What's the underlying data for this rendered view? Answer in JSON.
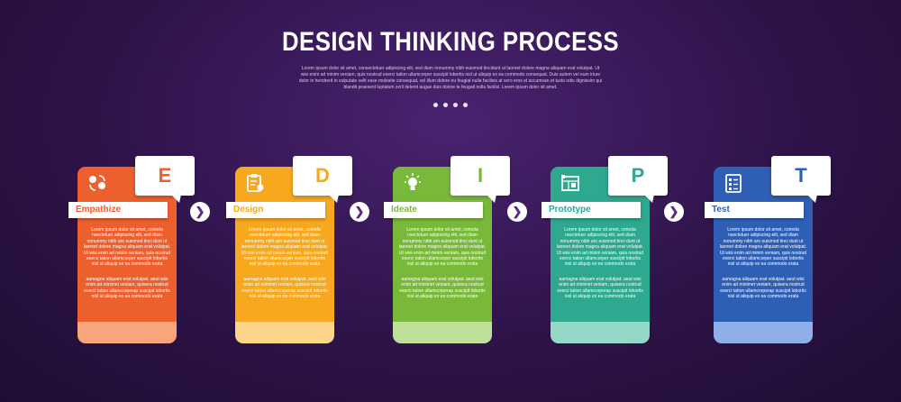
{
  "title": "DESIGN THINKING PROCESS",
  "subtitle": "Lorem ipsum dolor sit amet, consectetuer adipiscing elit, sed diam nonummy nibh euismod tincidunt ut laoreet dolore magna aliquam erat volutpat. Ut wisi enim ad minim veniam, quis nostrud exerci tation ullamcorper suscipit lobortis nisl ut aliquip ex ea commodo consequat. Duis autem vel eum iriure dolor in hendrerit in vulputate velit esse molestie consequat, vel illum dolore eu feugiat nulla facilisis at vero eros et accumsan et iusto odio dignissim qui blandit praesent luptatum zzril delenit augue duis dolore te feugait nulla facilisi. Lorem ipsum dolor sit amet.",
  "steps": [
    {
      "letter": "E",
      "label": "Empathize",
      "icon": "people-exchange-icon",
      "color_top": "#ee5f2e",
      "color_bottom": "#f9a57c",
      "text1": "Lorem ipsum dolor sit amet, corieda nsectetuer adipiscing elit, sed diam nonummy nibh aro euismod tinci dunt ut laoreet dolore magna aliquam erat volutpat. Ut wisi enim ad minim veniam, quis nostrud exerci tation ullamcorper suscipit lobortis nisl ut aliquip ex ea commodo erata",
      "text2": "aamagna aliquam erat volutpat. aeut wisi enim ad minimet veniam, quisera nostrud exerci tation ullamcorperap suscipit lobortis nisl ut aliquip ex ea commodo erata"
    },
    {
      "letter": "D",
      "label": "Design",
      "icon": "clipboard-gear-icon",
      "color_top": "#f7a81f",
      "color_bottom": "#fcd58a",
      "text1": "Lorem ipsum dolor sit amet, corieda nsectetuer adipiscing elit, sed diam nonummy nibh aro euismod tinci dunt ut laoreet dolore magna aliquam erat volutpat. Ut wisi enim ad minim veniam, quis nostrud exerci tation ullamcorper suscipit lobortis nisl ut aliquip ex ea commodo erata",
      "text2": "aamagna aliquam erat volutpat. aeut wisi enim ad minimet veniam, quisera nostrud exerci tation ullamcorperap suscipit lobortis nisl ut aliquip ex ea commodo erata"
    },
    {
      "letter": "I",
      "label": "Ideate",
      "icon": "lightbulb-icon",
      "color_top": "#79b93a",
      "color_bottom": "#bfe09a",
      "text1": "Lorem ipsum dolor sit amet, corieda nsectetuer adipiscing elit, sed diam nonummy nibh aro euismod tinci dunt ut laoreet dolore magna aliquam erat volutpat. Ut wisi enim ad minim veniam, quis nostrud exerci tation ullamcorper suscipit lobortis nisl ut aliquip ex ea commodo erata",
      "text2": "aamagna aliquam erat volutpat. aeut wisi enim ad minimet veniam, quisera nostrud exerci tation ullamcorperap suscipit lobortis nisl ut aliquip ex ea commodo erata"
    },
    {
      "letter": "P",
      "label": "Prototype",
      "icon": "blueprint-icon",
      "color_top": "#2ea88f",
      "color_bottom": "#94d8c8",
      "text1": "Lorem ipsum dolor sit amet, corieda nsectetuer adipiscing elit, sed diam nonummy nibh aro euismod tinci dunt ut laoreet dolore magna aliquam erat volutpat. Ut wisi enim ad minim veniam, quis nostrud exerci tation ullamcorper suscipit lobortis nisl ut aliquip ex ea commodo erata",
      "text2": "aamagna aliquam erat volutpat. aeut wisi enim ad minimet veniam, quisera nostrud exerci tation ullamcorperap suscipit lobortis nisl ut aliquip ex ea commodo erata"
    },
    {
      "letter": "T",
      "label": "Test",
      "icon": "checklist-icon",
      "color_top": "#2f5fb5",
      "color_bottom": "#8fb0e6",
      "text1": "Lorem ipsum dolor sit amet, corieda nsectetuer adipiscing elit, sed diam nonummy nibh aro euismod tinci dunt ut laoreet dolore magna aliquam erat volutpat. Ut wisi enim ad minim veniam, quis nostrud exerci tation ullamcorper suscipit lobortis nisl ut aliquip ex ea commodo erata",
      "text2": "aamagna aliquam erat volutpat. aeut wisi enim ad minimet veniam, quisera nostrud exerci tation ullamcorperap suscipit lobortis nisl ut aliquip ex ea commodo erata"
    }
  ],
  "arrow_glyph": "❯"
}
